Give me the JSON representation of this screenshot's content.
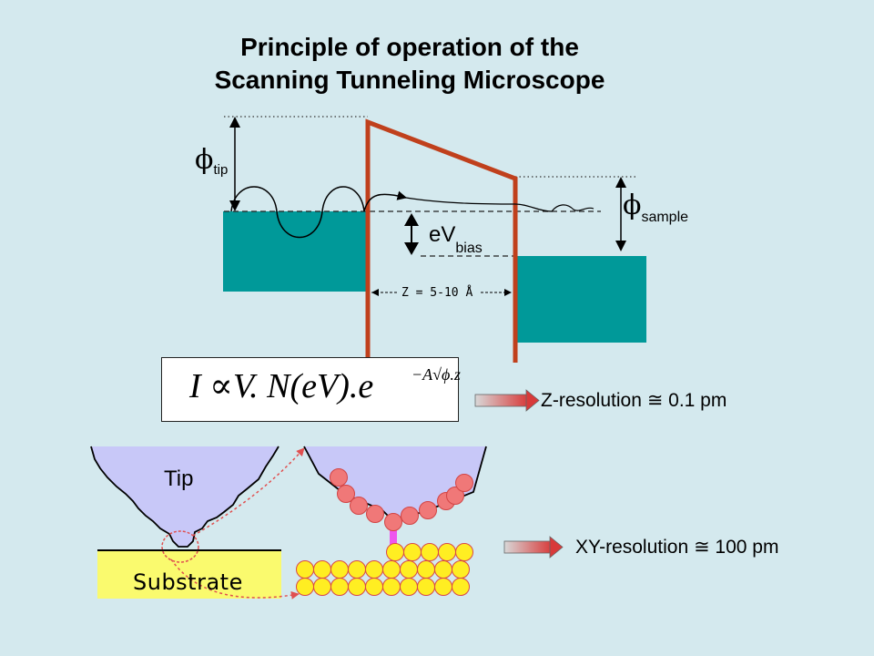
{
  "title": {
    "line1": "Principle of operation of the",
    "line2": "Scanning Tunneling Microscope"
  },
  "energy_diagram": {
    "phi_symbol": "ϕ",
    "phi_tip_sub": "tip",
    "phi_sample_sub": "sample",
    "ev_main": "eV",
    "ev_sub": "bias",
    "gap_label": "Z = 5-10 Å",
    "colors": {
      "metal": "#009999",
      "barrier": "#c0401c"
    }
  },
  "formula": {
    "main": "I ∝V. N(eV).e",
    "exponent": "−A√ϕ.z"
  },
  "resolutions": {
    "z": "Z-resolution ≅ 0.1 pm",
    "xy": "XY-resolution ≅ 100 pm"
  },
  "tip_diagram": {
    "tip_label": "Tip",
    "substrate_label": "Substrate",
    "colors": {
      "tip": "#c8c8f8",
      "substrate": "#fafa6e",
      "atom": "#f07878",
      "substrate_atom": "#ffee22"
    }
  }
}
